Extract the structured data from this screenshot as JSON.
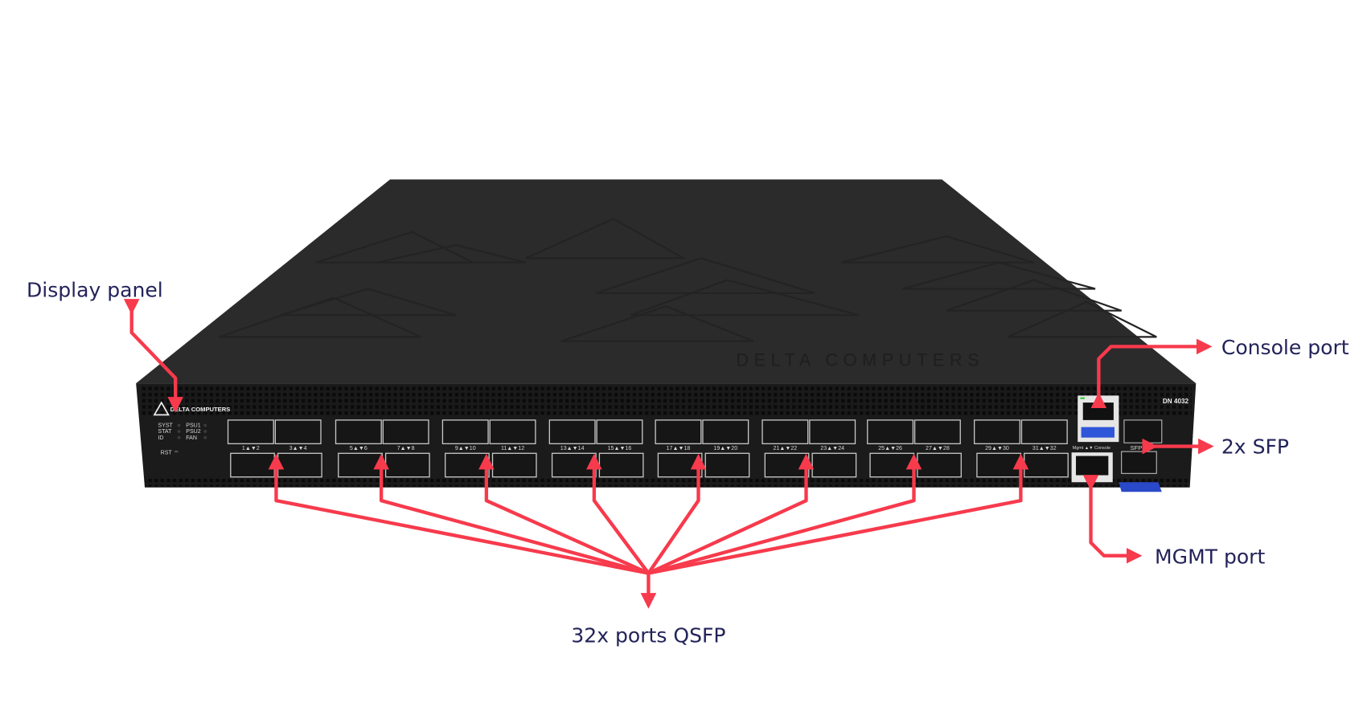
{
  "callouts": {
    "display_panel": "Display panel",
    "console_port": "Console port",
    "sfp": "2x SFP",
    "mgmt_port": "MGMT port",
    "qsfp": "32x ports QSFP"
  },
  "device": {
    "brand_logo": "DELTA COMPUTERS",
    "top_emboss": "DELTA COMPUTERS",
    "model": "DN 4032",
    "led_labels_left": [
      "SYST",
      "STAT",
      "ID"
    ],
    "led_labels_right": [
      "PSU1",
      "PSU2",
      "FAN"
    ],
    "reset_label": "RST",
    "mgmt_console_label": "Mgmt ▲▼ Console",
    "sfp_label": "SFP+",
    "port_labels": [
      "1▲▼2",
      "3▲▼4",
      "5▲▼6",
      "7▲▼8",
      "9▲▼10",
      "11▲▼12",
      "13▲▼14",
      "15▲▼16",
      "17▲▼18",
      "19▲▼20",
      "21▲▼22",
      "23▲▼24",
      "25▲▼26",
      "27▲▼28",
      "29▲▼30",
      "31▲▼32"
    ]
  },
  "colors": {
    "arrow": "#f73a4c",
    "label_text": "#23235a",
    "chassis": "#262626"
  }
}
